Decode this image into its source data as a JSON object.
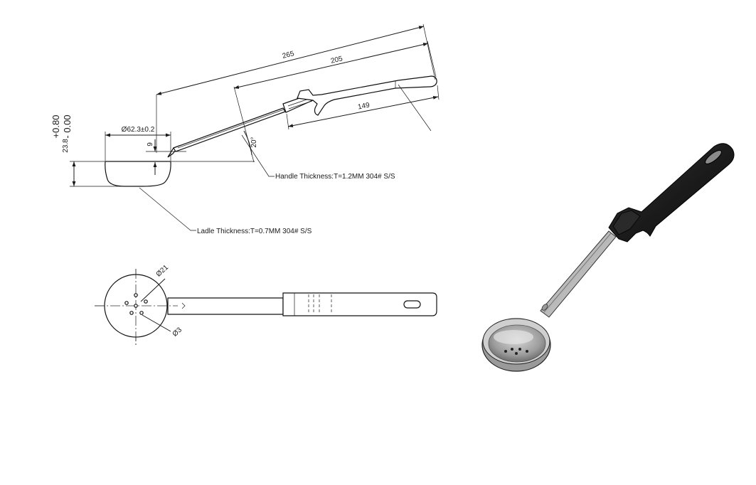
{
  "dimensions": {
    "overall_length": "265",
    "handle_length": "205",
    "grip_length": "149",
    "bowl_diameter": "Ø62.3±0.2",
    "handle_offset": "9",
    "handle_angle": "20°",
    "bowl_depth": "23.8",
    "tol_plus": "+0.80",
    "tol_minus": "- 0.00",
    "hole_circle": "Ø21",
    "hole_diameter": "Ø3"
  },
  "notes": {
    "handle_thickness": "Handle Thickness:T=1.2MM 304# S/S",
    "ladle_thickness": "Ladle Thickness:T=0.7MM 304# S/S"
  },
  "colors": {
    "line": "#1a1a1a",
    "grip": "#1c1c1c",
    "steel": "#b8b8b8"
  }
}
